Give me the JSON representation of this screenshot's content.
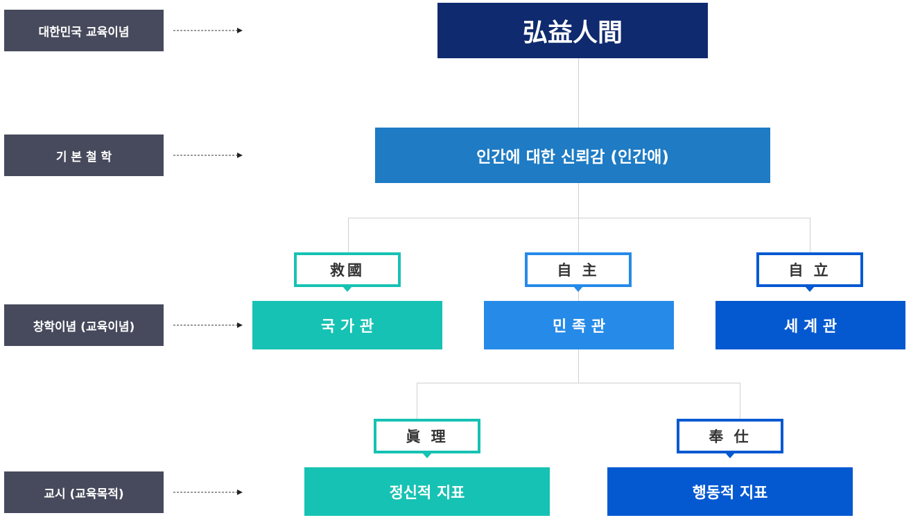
{
  "levels": [
    {
      "label": "대한민국 교육이념"
    },
    {
      "label": "기 본 철 학"
    },
    {
      "label": "창학이념 (교육이념)"
    },
    {
      "label": "교시 (교육목적)"
    }
  ],
  "nodes": {
    "top": "弘益人間",
    "philosophy": "인간에 대한 신뢰감 (인간애)",
    "founding": [
      {
        "tag": "救國",
        "label": "국 가 관"
      },
      {
        "tag": "自 主",
        "label": "민 족 관"
      },
      {
        "tag": "自 立",
        "label": "세 계 관"
      }
    ],
    "motto": [
      {
        "tag": "眞 理",
        "label": "정신적 지표"
      },
      {
        "tag": "奉 仕",
        "label": "행동적 지표"
      }
    ]
  },
  "colors": {
    "label_bg": "#474a5c",
    "navy": "#0f2a6e",
    "blue": "#1e7bc4",
    "teal": "#16c2b3",
    "sky": "#268ae8",
    "royal": "#0459d1",
    "connector": "#cfcfcf"
  }
}
